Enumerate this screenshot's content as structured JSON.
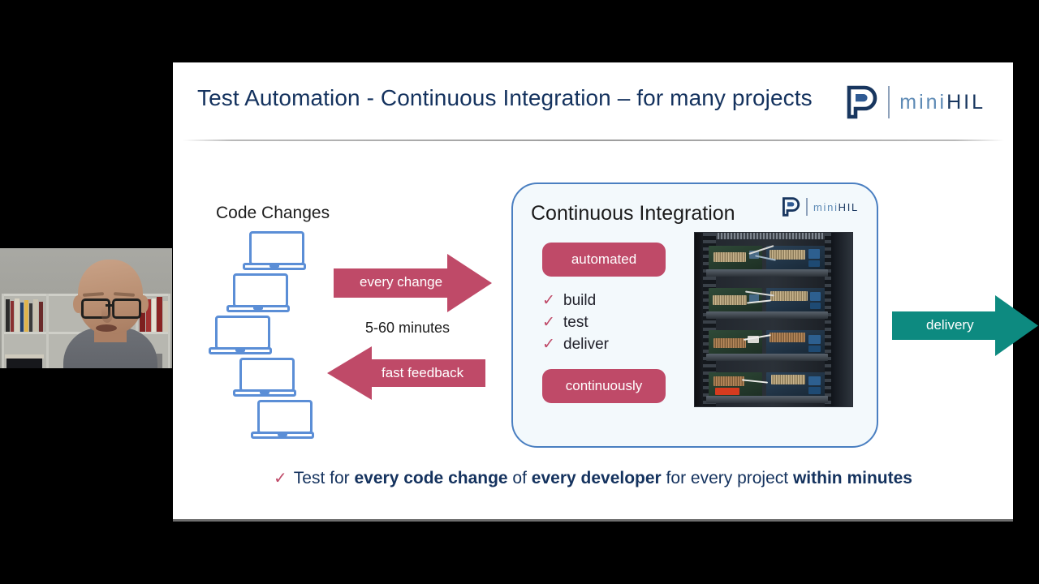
{
  "slide": {
    "title": "Test Automation - Continuous Integration – for many projects",
    "brand": {
      "mark": "P",
      "word_light": "mini",
      "word_dark": "HIL"
    },
    "left_column": {
      "heading": "Code Changes",
      "laptop_count": 5,
      "laptop_icon": "laptop-icon"
    },
    "arrows": {
      "forward": {
        "label": "every change",
        "direction": "right",
        "color": "#bf4a68"
      },
      "feedback": {
        "label": "fast feedback",
        "direction": "left",
        "color": "#bf4a68"
      },
      "duration_label": "5-60 minutes",
      "delivery": {
        "label": "delivery",
        "direction": "right",
        "color": "#0d8a80"
      }
    },
    "ci_box": {
      "title": "Continuous Integration",
      "badge_top": "automated",
      "badge_bottom": "continuously",
      "steps": [
        {
          "check": "✓",
          "label": "build"
        },
        {
          "check": "✓",
          "label": "test"
        },
        {
          "check": "✓",
          "label": "deliver"
        }
      ],
      "photo_alt": "server-rack-photo",
      "border_color": "#4a7fc1",
      "fill_color": "#f3f9fc"
    },
    "footer": {
      "check": "✓",
      "part1": "Test for ",
      "bold1": "every code change",
      "part2": " of ",
      "bold2": "every developer",
      "part3": " for every project ",
      "bold3": "within minutes"
    }
  },
  "webcam": {
    "label": "speaker-video-feed",
    "scene": "person-at-bookshelf"
  },
  "colors": {
    "title_navy": "#14325e",
    "accent_rose": "#bf4a68",
    "accent_teal": "#0d8a80",
    "laptop_blue": "#5b8ed6",
    "brand_light_blue": "#5d8ab5",
    "brand_dark_navy": "#18365f"
  }
}
